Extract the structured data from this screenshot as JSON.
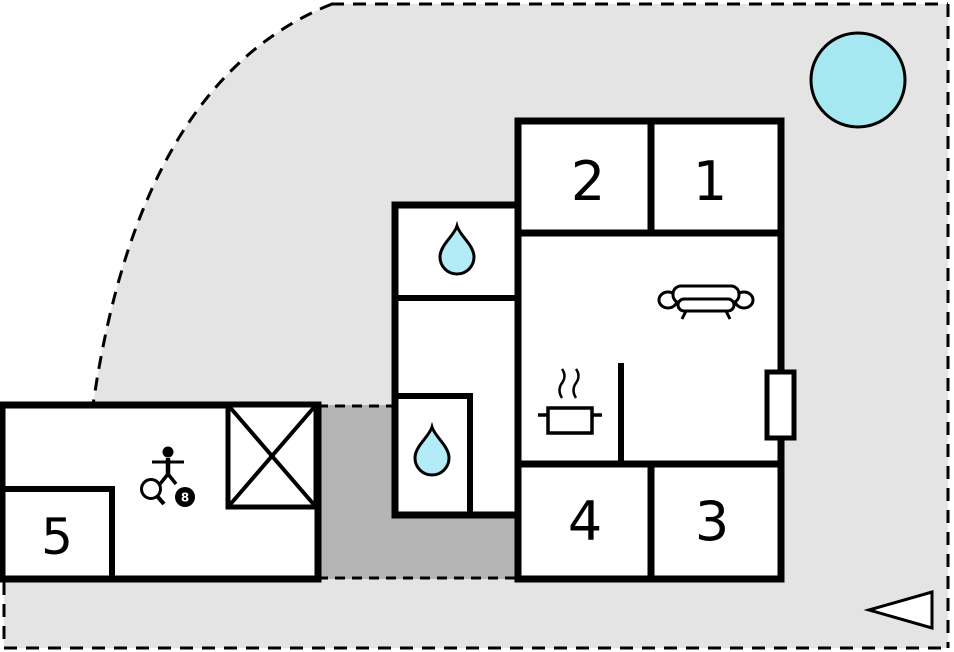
{
  "colors": {
    "plot": "#e4e4e4",
    "terrace": "#b4b4b4",
    "building": "#ffffff",
    "wall": "#000000",
    "water": "#b3ecf6",
    "tree": "#a6e8f2"
  },
  "rooms": [
    {
      "label": "1"
    },
    {
      "label": "2"
    },
    {
      "label": "3"
    },
    {
      "label": "4"
    },
    {
      "label": "5"
    }
  ],
  "icons": {
    "pool_ball_label": "8"
  }
}
